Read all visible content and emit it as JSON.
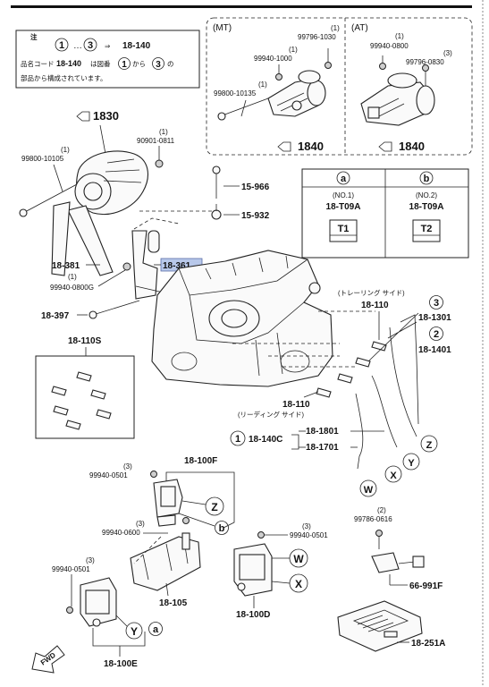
{
  "note": {
    "title": "注",
    "range_from": "1",
    "range_dots": "…",
    "range_to": "3",
    "arrow": "⇒",
    "range_part": "18-140",
    "line2_a": "品名コード",
    "line2_code": "18-140",
    "line2_b": "は図番",
    "line2_from": "1",
    "line2_c": "から",
    "line2_to": "3",
    "line2_d": "の",
    "line3": "部品から構成されています。"
  },
  "mt_box": {
    "title": "(MT)",
    "labels": [
      {
        "qty": "(1)",
        "code": "99796-1030"
      },
      {
        "qty": "(1)",
        "code": "99940-1000"
      },
      {
        "qty": "(1)",
        "code": "99800-10135"
      }
    ],
    "ref": "1840"
  },
  "at_box": {
    "title": "(AT)",
    "labels": [
      {
        "qty": "(1)",
        "code": "99940-0800"
      },
      {
        "qty": "(3)",
        "code": "99796-0830"
      }
    ],
    "ref": "1840"
  },
  "spec_table": {
    "col_a": {
      "key": "a",
      "no": "(NO.1)",
      "part": "18-T09A",
      "tag": "T1"
    },
    "col_b": {
      "key": "b",
      "no": "(NO.2)",
      "part": "18-T09A",
      "tag": "T2"
    }
  },
  "labels": {
    "ref_1830": "1830",
    "p90901_qty": "(1)",
    "p90901": "90901-0811",
    "p99800_qty": "(1)",
    "p99800": "99800-10105",
    "p15966": "15-966",
    "p15932": "15-932",
    "p18381": "18-381",
    "p18361": "18-361",
    "p99940_0800g_qty": "(1)",
    "p99940_0800g": "99940-0800G",
    "p18397": "18-397",
    "p18110s": "18-110S",
    "trailing_side": "(トレーリング サイド)",
    "p18110_top": "18-110",
    "p18110_bottom": "18-110",
    "leading_side": "(リーディング サイド)",
    "c3": "3",
    "p18_1301": "18-1301",
    "c2": "2",
    "p18_1401": "18-1401",
    "c1": "1",
    "p18_140c": "18-140C",
    "p18_1801": "18-1801",
    "p18_1701": "18-1701",
    "w": "W",
    "x": "X",
    "y": "Y",
    "z": "Z",
    "p18_100f": "18-100F",
    "p99940_0501_a_qty": "(3)",
    "p99940_0501_a": "99940-0501",
    "z2": "Z",
    "b": "b",
    "p99940_0600_qty": "(3)",
    "p99940_0600": "99940-0600",
    "p99940_0501_b_qty": "(3)",
    "p99940_0501_b": "99940-0501",
    "p99940_0501_c_qty": "(3)",
    "p99940_0501_c": "99940-0501",
    "w2": "W",
    "x2": "X",
    "p18_105": "18-105",
    "p18_100d": "18-100D",
    "y2": "Y",
    "a": "a",
    "p18_100e": "18-100E",
    "p99786_qty": "(2)",
    "p99786": "99786-0616",
    "p66_991f": "66-991F",
    "p18_251a": "18-251A",
    "fwd": "FWD"
  }
}
